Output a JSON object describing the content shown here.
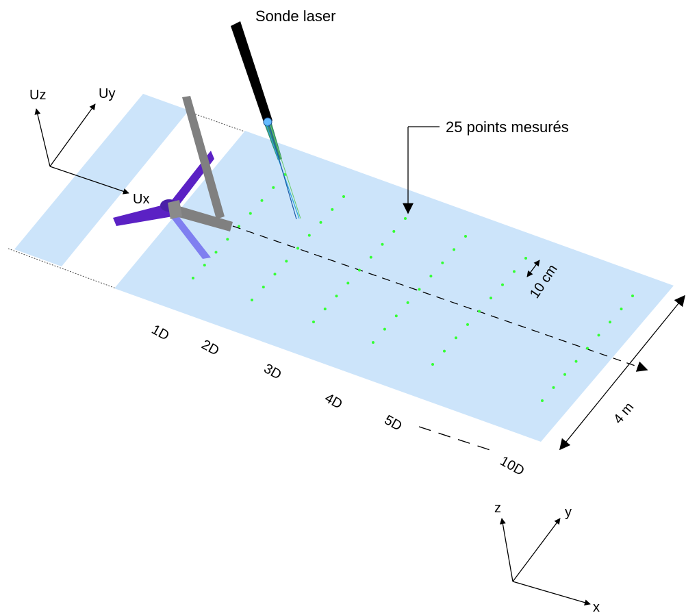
{
  "annotations": {
    "probe": "Sonde laser",
    "points": "25 points mesurés",
    "spacing": "10 cm",
    "width": "4 m"
  },
  "velocity_axes": {
    "ux": "Ux",
    "uy": "Uy",
    "uz": "Uz"
  },
  "frame_axes": {
    "x": "x",
    "y": "y",
    "z": "z"
  },
  "distances": [
    "1D",
    "2D",
    "3D",
    "4D",
    "5D",
    "10D"
  ],
  "colors": {
    "plane": "#cce4fa",
    "points": "#33ff33",
    "blade_dark": "#5b21c4",
    "blade_light": "#7f7ff0",
    "mast": "#808080",
    "probe": "#000000",
    "beam": "#2aa8d8"
  }
}
